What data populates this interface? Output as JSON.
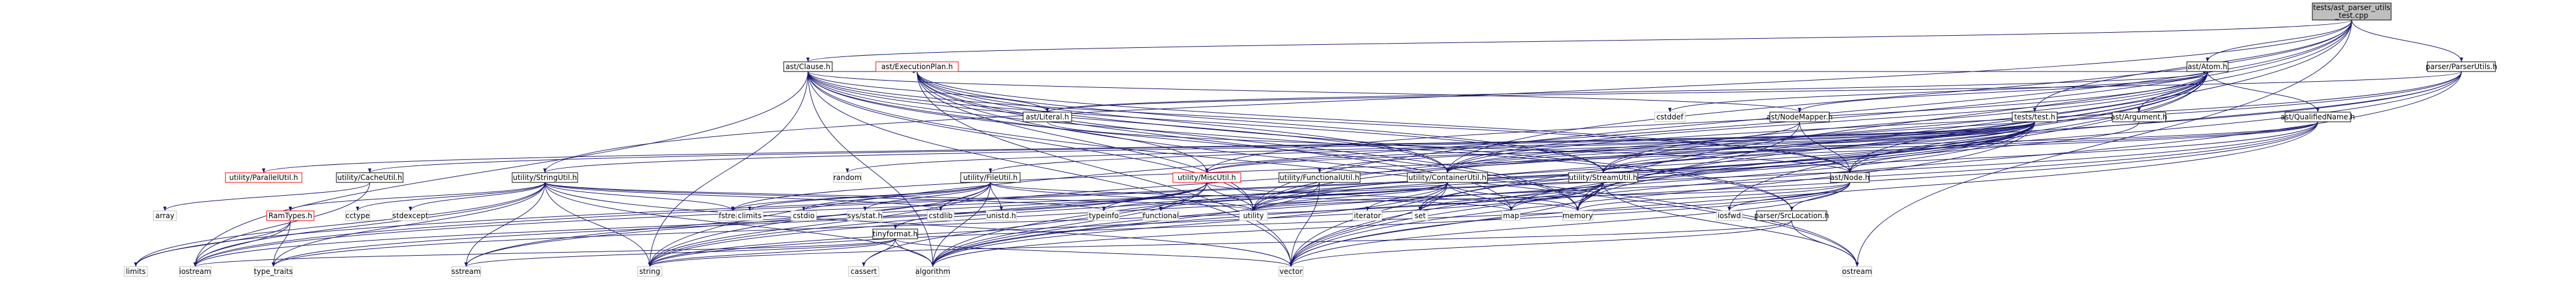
{
  "diagram": {
    "type": "include-dependency-graph",
    "colors": {
      "root_fill": "#bfbfbf",
      "node_fill": "#ffffff",
      "node_stroke": "#000000",
      "truncated_stroke": "#ff0000",
      "system_stroke": "#bfbfbf",
      "edge": "#191970"
    },
    "nodes": [
      {
        "id": "root",
        "label": "tests/ast_parser_utils\n_test.cpp",
        "kind": "root"
      },
      {
        "id": "clause",
        "label": "ast/Clause.h",
        "kind": "normal"
      },
      {
        "id": "atom",
        "label": "ast/Atom.h",
        "kind": "normal"
      },
      {
        "id": "parserutils",
        "label": "parser/ParserUtils.h",
        "kind": "normal"
      },
      {
        "id": "execplan",
        "label": "ast/ExecutionPlan.h",
        "kind": "truncated"
      },
      {
        "id": "teststest",
        "label": "tests/test.h",
        "kind": "normal"
      },
      {
        "id": "qualified",
        "label": "ast/QualifiedName.h",
        "kind": "normal"
      },
      {
        "id": "nodemapper",
        "label": "ast/NodeMapper.h",
        "kind": "normal"
      },
      {
        "id": "argument",
        "label": "ast/Argument.h",
        "kind": "normal"
      },
      {
        "id": "literal",
        "label": "ast/Literal.h",
        "kind": "normal"
      },
      {
        "id": "cstddef",
        "label": "cstddef",
        "kind": "system"
      },
      {
        "id": "parallel",
        "label": "utility/ParallelUtil.h",
        "kind": "truncated"
      },
      {
        "id": "cache",
        "label": "utility/CacheUtil.h",
        "kind": "normal"
      },
      {
        "id": "stringutil",
        "label": "utility/StringUtil.h",
        "kind": "normal"
      },
      {
        "id": "random",
        "label": "random",
        "kind": "system"
      },
      {
        "id": "fileutil",
        "label": "utility/FileUtil.h",
        "kind": "normal"
      },
      {
        "id": "miscutil",
        "label": "utility/MiscUtil.h",
        "kind": "truncated"
      },
      {
        "id": "functionalutil",
        "label": "utility/FunctionalUtil.h",
        "kind": "normal"
      },
      {
        "id": "containerutil",
        "label": "utility/ContainerUtil.h",
        "kind": "normal"
      },
      {
        "id": "streamutil",
        "label": "utility/StreamUtil.h",
        "kind": "normal"
      },
      {
        "id": "astnode",
        "label": "ast/Node.h",
        "kind": "normal"
      },
      {
        "id": "array",
        "label": "array",
        "kind": "system"
      },
      {
        "id": "ramtypes",
        "label": "RamTypes.h",
        "kind": "truncated"
      },
      {
        "id": "cctype",
        "label": "cctype",
        "kind": "system"
      },
      {
        "id": "stdexcept",
        "label": "stdexcept",
        "kind": "system"
      },
      {
        "id": "fstream",
        "label": "fstream",
        "kind": "system"
      },
      {
        "id": "climits",
        "label": "climits",
        "kind": "system"
      },
      {
        "id": "cstdio",
        "label": "cstdio",
        "kind": "system"
      },
      {
        "id": "sysstat",
        "label": "sys/stat.h",
        "kind": "system"
      },
      {
        "id": "cstdlib",
        "label": "cstdlib",
        "kind": "system"
      },
      {
        "id": "unistd",
        "label": "unistd.h",
        "kind": "system"
      },
      {
        "id": "typeinfo",
        "label": "typeinfo",
        "kind": "system"
      },
      {
        "id": "functional",
        "label": "functional",
        "kind": "system"
      },
      {
        "id": "utility",
        "label": "utility",
        "kind": "system"
      },
      {
        "id": "iterator",
        "label": "iterator",
        "kind": "system"
      },
      {
        "id": "set",
        "label": "set",
        "kind": "system"
      },
      {
        "id": "map",
        "label": "map",
        "kind": "system"
      },
      {
        "id": "memory",
        "label": "memory",
        "kind": "system"
      },
      {
        "id": "iosfwd",
        "label": "iosfwd",
        "kind": "system"
      },
      {
        "id": "srcloc",
        "label": "parser/SrcLocation.h",
        "kind": "normal"
      },
      {
        "id": "limits",
        "label": "limits",
        "kind": "system"
      },
      {
        "id": "iostream",
        "label": "iostream",
        "kind": "system"
      },
      {
        "id": "typetraits",
        "label": "type_traits",
        "kind": "system"
      },
      {
        "id": "sstream",
        "label": "sstream",
        "kind": "system"
      },
      {
        "id": "tinyformat",
        "label": "tinyformat.h",
        "kind": "normal"
      },
      {
        "id": "string",
        "label": "string",
        "kind": "system"
      },
      {
        "id": "cassert",
        "label": "cassert",
        "kind": "system"
      },
      {
        "id": "algorithm",
        "label": "algorithm",
        "kind": "system"
      },
      {
        "id": "vector",
        "label": "vector",
        "kind": "system"
      },
      {
        "id": "ostream",
        "label": "ostream",
        "kind": "system"
      }
    ],
    "edges": [
      [
        "root",
        "clause"
      ],
      [
        "root",
        "teststest"
      ],
      [
        "root",
        "atom"
      ],
      [
        "root",
        "parserutils"
      ],
      [
        "root",
        "stringutil"
      ],
      [
        "root",
        "string"
      ],
      [
        "root",
        "vector"
      ],
      [
        "root",
        "ostream"
      ],
      [
        "root",
        "utility"
      ],
      [
        "root",
        "memory"
      ],
      [
        "root",
        "containerutil"
      ],
      [
        "clause",
        "atom"
      ],
      [
        "clause",
        "execplan"
      ],
      [
        "clause",
        "literal"
      ],
      [
        "clause",
        "astnode"
      ],
      [
        "clause",
        "nodemapper"
      ],
      [
        "clause",
        "containerutil"
      ],
      [
        "clause",
        "streamutil"
      ],
      [
        "clause",
        "miscutil"
      ],
      [
        "clause",
        "srcloc"
      ],
      [
        "clause",
        "memory"
      ],
      [
        "clause",
        "string"
      ],
      [
        "clause",
        "utility"
      ],
      [
        "clause",
        "vector"
      ],
      [
        "clause",
        "ostream"
      ],
      [
        "clause",
        "iostream"
      ],
      [
        "clause",
        "algorithm"
      ],
      [
        "atom",
        "argument"
      ],
      [
        "atom",
        "qualified"
      ],
      [
        "atom",
        "nodemapper"
      ],
      [
        "atom",
        "literal"
      ],
      [
        "atom",
        "astnode"
      ],
      [
        "atom",
        "containerutil"
      ],
      [
        "atom",
        "streamutil"
      ],
      [
        "atom",
        "cstddef"
      ],
      [
        "atom",
        "iosfwd"
      ],
      [
        "atom",
        "memory"
      ],
      [
        "atom",
        "string"
      ],
      [
        "atom",
        "utility"
      ],
      [
        "atom",
        "vector"
      ],
      [
        "atom",
        "algorithm"
      ],
      [
        "atom",
        "miscutil"
      ],
      [
        "parserutils",
        "literal"
      ],
      [
        "parserutils",
        "astnode"
      ],
      [
        "parserutils",
        "containerutil"
      ],
      [
        "parserutils",
        "memory"
      ],
      [
        "parserutils",
        "vector"
      ],
      [
        "parserutils",
        "utility"
      ],
      [
        "parserutils",
        "streamutil"
      ],
      [
        "execplan",
        "astnode"
      ],
      [
        "execplan",
        "containerutil"
      ],
      [
        "execplan",
        "streamutil"
      ],
      [
        "execplan",
        "map"
      ],
      [
        "execplan",
        "memory"
      ],
      [
        "execplan",
        "ostream"
      ],
      [
        "execplan",
        "utility"
      ],
      [
        "execplan",
        "vector"
      ],
      [
        "execplan",
        "srcloc"
      ],
      [
        "teststest",
        "parallel"
      ],
      [
        "teststest",
        "cache"
      ],
      [
        "teststest",
        "stringutil"
      ],
      [
        "teststest",
        "fileutil"
      ],
      [
        "teststest",
        "miscutil"
      ],
      [
        "teststest",
        "functionalutil"
      ],
      [
        "teststest",
        "containerutil"
      ],
      [
        "teststest",
        "streamutil"
      ],
      [
        "teststest",
        "random"
      ],
      [
        "teststest",
        "iostream"
      ],
      [
        "teststest",
        "limits"
      ],
      [
        "teststest",
        "string"
      ],
      [
        "teststest",
        "vector"
      ],
      [
        "teststest",
        "set"
      ],
      [
        "teststest",
        "map"
      ],
      [
        "teststest",
        "algorithm"
      ],
      [
        "teststest",
        "fstream"
      ],
      [
        "teststest",
        "sstream"
      ],
      [
        "teststest",
        "utility"
      ],
      [
        "qualified",
        "containerutil"
      ],
      [
        "qualified",
        "streamutil"
      ],
      [
        "qualified",
        "miscutil"
      ],
      [
        "qualified",
        "algorithm"
      ],
      [
        "qualified",
        "string"
      ],
      [
        "qualified",
        "vector"
      ],
      [
        "qualified",
        "utility"
      ],
      [
        "qualified",
        "iostream"
      ],
      [
        "nodemapper",
        "astnode"
      ],
      [
        "nodemapper",
        "containerutil"
      ],
      [
        "nodemapper",
        "memory"
      ],
      [
        "argument",
        "astnode"
      ],
      [
        "literal",
        "astnode"
      ],
      [
        "cache",
        "array"
      ],
      [
        "cache",
        "iostream"
      ],
      [
        "stringutil",
        "ramtypes"
      ],
      [
        "stringutil",
        "cctype"
      ],
      [
        "stringutil",
        "stdexcept"
      ],
      [
        "stringutil",
        "fstream"
      ],
      [
        "stringutil",
        "cstdlib"
      ],
      [
        "stringutil",
        "typeinfo"
      ],
      [
        "stringutil",
        "limits"
      ],
      [
        "stringutil",
        "sstream"
      ],
      [
        "stringutil",
        "string"
      ],
      [
        "stringutil",
        "vector"
      ],
      [
        "stringutil",
        "typetraits"
      ],
      [
        "stringutil",
        "iostream"
      ],
      [
        "stringutil",
        "algorithm"
      ],
      [
        "stringutil",
        "utility"
      ],
      [
        "fileutil",
        "climits"
      ],
      [
        "fileutil",
        "cstdio"
      ],
      [
        "fileutil",
        "sysstat"
      ],
      [
        "fileutil",
        "cstdlib"
      ],
      [
        "fileutil",
        "unistd"
      ],
      [
        "fileutil",
        "fstream"
      ],
      [
        "fileutil",
        "string"
      ],
      [
        "fileutil",
        "sstream"
      ],
      [
        "fileutil",
        "utility"
      ],
      [
        "fileutil",
        "algorithm"
      ],
      [
        "fileutil",
        "map"
      ],
      [
        "miscutil",
        "tinyformat"
      ],
      [
        "miscutil",
        "typeinfo"
      ],
      [
        "miscutil",
        "cassert"
      ],
      [
        "miscutil",
        "algorithm"
      ],
      [
        "miscutil",
        "typetraits"
      ],
      [
        "miscutil",
        "utility"
      ],
      [
        "miscutil",
        "memory"
      ],
      [
        "miscutil",
        "iostream"
      ],
      [
        "functionalutil",
        "functional"
      ],
      [
        "functionalutil",
        "algorithm"
      ],
      [
        "functionalutil",
        "vector"
      ],
      [
        "containerutil",
        "functional"
      ],
      [
        "containerutil",
        "iterator"
      ],
      [
        "containerutil",
        "set"
      ],
      [
        "containerutil",
        "map"
      ],
      [
        "containerutil",
        "memory"
      ],
      [
        "containerutil",
        "utility"
      ],
      [
        "containerutil",
        "vector"
      ],
      [
        "containerutil",
        "algorithm"
      ],
      [
        "containerutil",
        "typeinfo"
      ],
      [
        "streamutil",
        "set"
      ],
      [
        "streamutil",
        "map"
      ],
      [
        "streamutil",
        "memory"
      ],
      [
        "streamutil",
        "utility"
      ],
      [
        "streamutil",
        "vector"
      ],
      [
        "streamutil",
        "ostream"
      ],
      [
        "streamutil",
        "string"
      ],
      [
        "streamutil",
        "typetraits"
      ],
      [
        "astnode",
        "memory"
      ],
      [
        "astnode",
        "iosfwd"
      ],
      [
        "astnode",
        "srcloc"
      ],
      [
        "astnode",
        "vector"
      ],
      [
        "astnode",
        "string"
      ],
      [
        "astnode",
        "utility"
      ],
      [
        "astnode",
        "algorithm"
      ],
      [
        "srcloc",
        "vector"
      ],
      [
        "srcloc",
        "string"
      ],
      [
        "srcloc",
        "ostream"
      ],
      [
        "ramtypes",
        "limits"
      ],
      [
        "ramtypes",
        "iostream"
      ],
      [
        "ramtypes",
        "typetraits"
      ],
      [
        "tinyformat",
        "algorithm"
      ],
      [
        "tinyformat",
        "cassert"
      ],
      [
        "tinyformat",
        "iostream"
      ],
      [
        "tinyformat",
        "sstream"
      ],
      [
        "tinyformat",
        "string"
      ],
      [
        "tinyformat",
        "vector"
      ]
    ]
  }
}
